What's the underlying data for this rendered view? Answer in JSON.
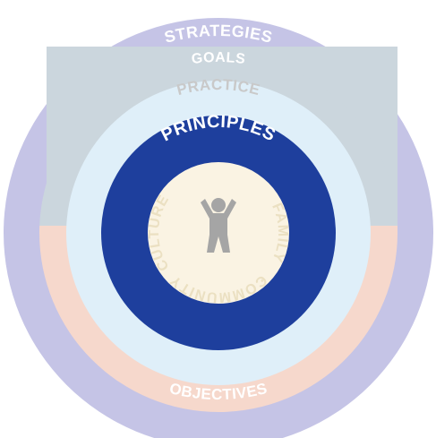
{
  "rings": {
    "strategies": {
      "label": "STRATEGIES",
      "color": "#c5c4e6"
    },
    "goals": {
      "label": "GOALS",
      "color": "#cbd6dd"
    },
    "objectives": {
      "label": "OBJECTIVES",
      "color": "#f6d8cc"
    },
    "practice": {
      "label": "PRACTICE",
      "color": "#dfeff9"
    },
    "principles": {
      "label": "PRINCIPLES",
      "color": "#1e3f9d"
    }
  },
  "core": {
    "color": "#faf3e3",
    "labels": {
      "community": "COMMUNITY",
      "family": "FAMILY",
      "culture": "CULTURE",
      "separator": "·"
    },
    "icon": "person-icon"
  },
  "colors": {
    "ring_text_light": "#ffffff",
    "practice_text": "#c9c9c9",
    "core_text": "#ebe0c2",
    "icon": "#a5a5a5"
  }
}
